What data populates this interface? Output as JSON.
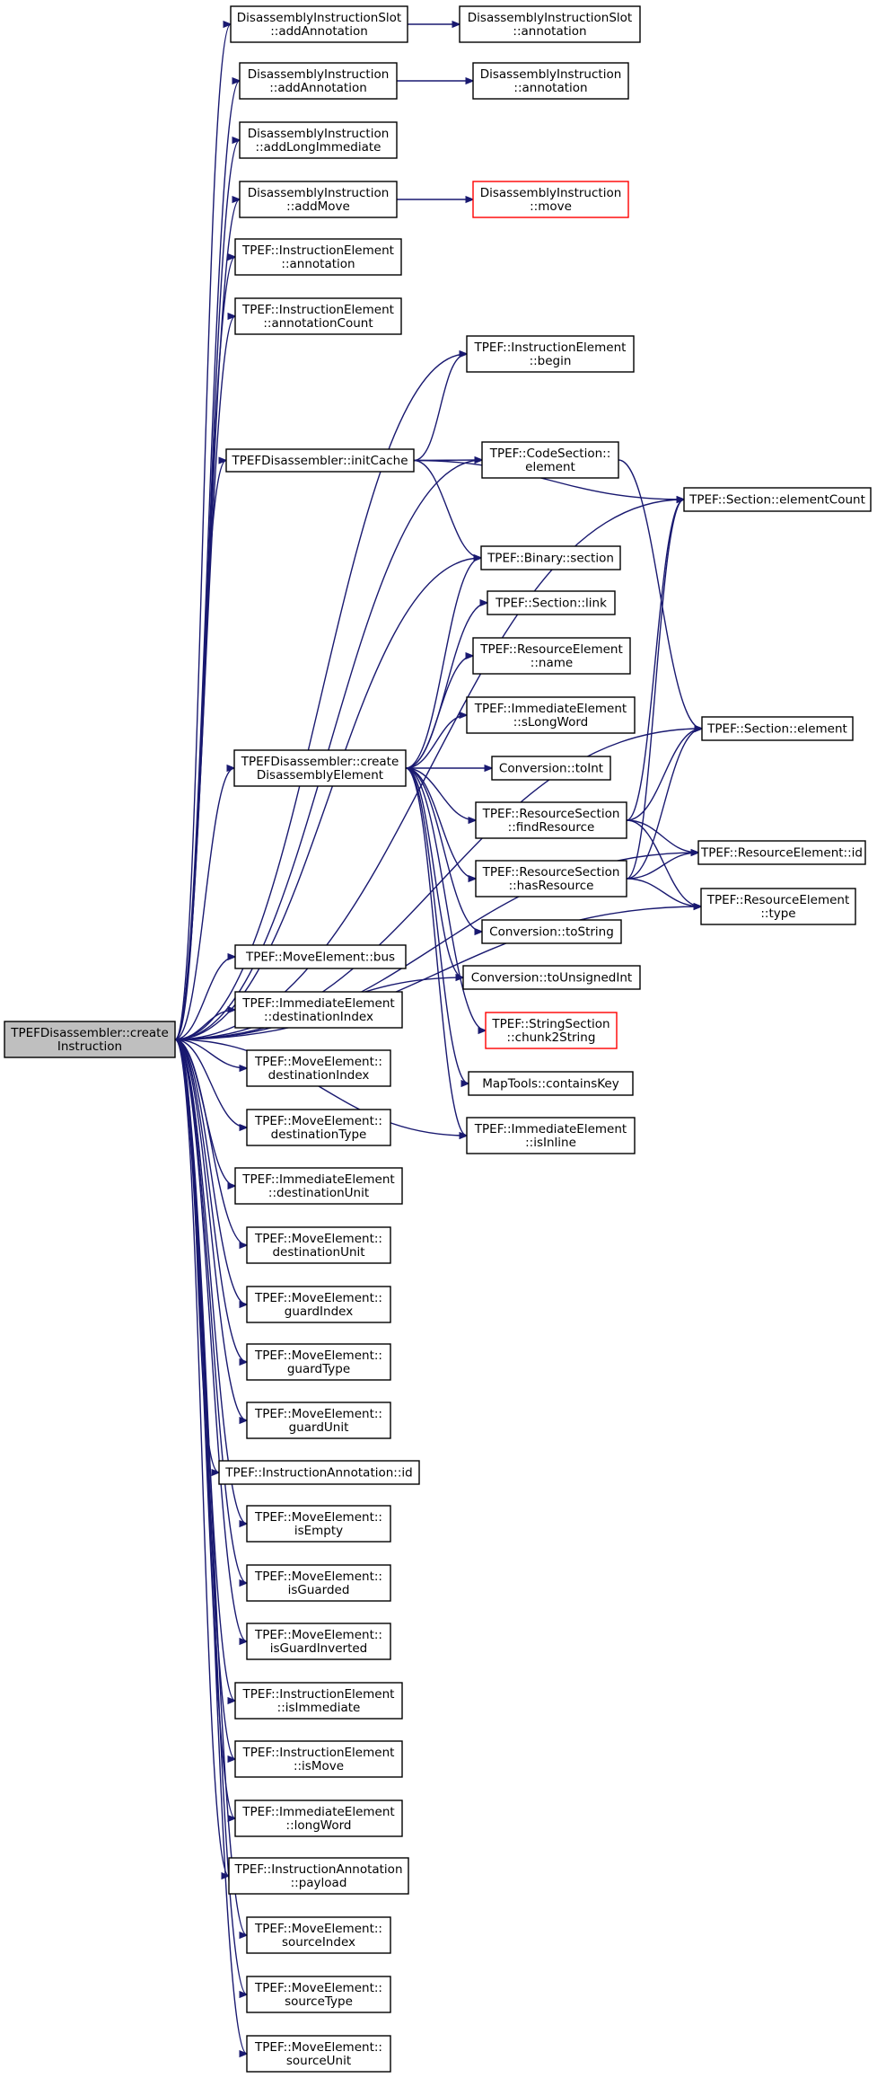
{
  "graph": {
    "root": "createInstruction",
    "colors": {
      "edge": "#191970",
      "node_border": "#000000",
      "root_fill": "#bfbfbf",
      "incomplete_border": "#ff0000"
    },
    "nodes": [
      {
        "id": "createInstruction",
        "lines": [
          "TPEFDisassembler::create",
          "Instruction"
        ],
        "style": "root"
      },
      {
        "id": "slotAddAnnotation",
        "lines": [
          "DisassemblyInstructionSlot",
          "::addAnnotation"
        ]
      },
      {
        "id": "slotAnnotation",
        "lines": [
          "DisassemblyInstructionSlot",
          "::annotation"
        ]
      },
      {
        "id": "instrAddAnnotation",
        "lines": [
          "DisassemblyInstruction",
          "::addAnnotation"
        ]
      },
      {
        "id": "instrAnnotation",
        "lines": [
          "DisassemblyInstruction",
          "::annotation"
        ]
      },
      {
        "id": "addLongImmediate",
        "lines": [
          "DisassemblyInstruction",
          "::addLongImmediate"
        ]
      },
      {
        "id": "addMove",
        "lines": [
          "DisassemblyInstruction",
          "::addMove"
        ]
      },
      {
        "id": "instrMove",
        "lines": [
          "DisassemblyInstruction",
          "::move"
        ],
        "style": "red"
      },
      {
        "id": "ieAnnotation",
        "lines": [
          "TPEF::InstructionElement",
          "::annotation"
        ]
      },
      {
        "id": "ieAnnotationCount",
        "lines": [
          "TPEF::InstructionElement",
          "::annotationCount"
        ]
      },
      {
        "id": "ieBegin",
        "lines": [
          "TPEF::InstructionElement",
          "::begin"
        ]
      },
      {
        "id": "initCache",
        "lines": [
          "TPEFDisassembler::initCache"
        ]
      },
      {
        "id": "codeSectionElement",
        "lines": [
          "TPEF::CodeSection::",
          "element"
        ]
      },
      {
        "id": "sectionElementCount",
        "lines": [
          "TPEF::Section::elementCount"
        ]
      },
      {
        "id": "binarySection",
        "lines": [
          "TPEF::Binary::section"
        ]
      },
      {
        "id": "sectionLink",
        "lines": [
          "TPEF::Section::link"
        ]
      },
      {
        "id": "resourceName",
        "lines": [
          "TPEF::ResourceElement",
          "::name"
        ]
      },
      {
        "id": "sLongWord",
        "lines": [
          "TPEF::ImmediateElement",
          "::sLongWord"
        ]
      },
      {
        "id": "sectionElement",
        "lines": [
          "TPEF::Section::element"
        ]
      },
      {
        "id": "createDisElement",
        "lines": [
          "TPEFDisassembler::create",
          "DisassemblyElement"
        ]
      },
      {
        "id": "toInt",
        "lines": [
          "Conversion::toInt"
        ]
      },
      {
        "id": "findResource",
        "lines": [
          "TPEF::ResourceSection",
          "::findResource"
        ]
      },
      {
        "id": "resourceId",
        "lines": [
          "TPEF::ResourceElement::id"
        ]
      },
      {
        "id": "hasResource",
        "lines": [
          "TPEF::ResourceSection",
          "::hasResource"
        ]
      },
      {
        "id": "resourceType",
        "lines": [
          "TPEF::ResourceElement",
          "::type"
        ]
      },
      {
        "id": "toString",
        "lines": [
          "Conversion::toString"
        ]
      },
      {
        "id": "toUnsignedInt",
        "lines": [
          "Conversion::toUnsignedInt"
        ]
      },
      {
        "id": "chunk2String",
        "lines": [
          "TPEF::StringSection",
          "::chunk2String"
        ],
        "style": "red"
      },
      {
        "id": "containsKey",
        "lines": [
          "MapTools::containsKey"
        ]
      },
      {
        "id": "isInline",
        "lines": [
          "TPEF::ImmediateElement",
          "::isInline"
        ]
      },
      {
        "id": "meBus",
        "lines": [
          "TPEF::MoveElement::bus"
        ]
      },
      {
        "id": "imDestIndex",
        "lines": [
          "TPEF::ImmediateElement",
          "::destinationIndex"
        ]
      },
      {
        "id": "meDestIndex",
        "lines": [
          "TPEF::MoveElement::",
          "destinationIndex"
        ]
      },
      {
        "id": "meDestType",
        "lines": [
          "TPEF::MoveElement::",
          "destinationType"
        ]
      },
      {
        "id": "imDestUnit",
        "lines": [
          "TPEF::ImmediateElement",
          "::destinationUnit"
        ]
      },
      {
        "id": "meDestUnit",
        "lines": [
          "TPEF::MoveElement::",
          "destinationUnit"
        ]
      },
      {
        "id": "meGuardIndex",
        "lines": [
          "TPEF::MoveElement::",
          "guardIndex"
        ]
      },
      {
        "id": "meGuardType",
        "lines": [
          "TPEF::MoveElement::",
          "guardType"
        ]
      },
      {
        "id": "meGuardUnit",
        "lines": [
          "TPEF::MoveElement::",
          "guardUnit"
        ]
      },
      {
        "id": "iaId",
        "lines": [
          "TPEF::InstructionAnnotation::id"
        ]
      },
      {
        "id": "meIsEmpty",
        "lines": [
          "TPEF::MoveElement::",
          "isEmpty"
        ]
      },
      {
        "id": "meIsGuarded",
        "lines": [
          "TPEF::MoveElement::",
          "isGuarded"
        ]
      },
      {
        "id": "meIsGuardInverted",
        "lines": [
          "TPEF::MoveElement::",
          "isGuardInverted"
        ]
      },
      {
        "id": "ieIsImmediate",
        "lines": [
          "TPEF::InstructionElement",
          "::isImmediate"
        ]
      },
      {
        "id": "ieIsMove",
        "lines": [
          "TPEF::InstructionElement",
          "::isMove"
        ]
      },
      {
        "id": "imLongWord",
        "lines": [
          "TPEF::ImmediateElement",
          "::longWord"
        ]
      },
      {
        "id": "iaPayload",
        "lines": [
          "TPEF::InstructionAnnotation",
          "::payload"
        ]
      },
      {
        "id": "meSourceIndex",
        "lines": [
          "TPEF::MoveElement::",
          "sourceIndex"
        ]
      },
      {
        "id": "meSourceType",
        "lines": [
          "TPEF::MoveElement::",
          "sourceType"
        ]
      },
      {
        "id": "meSourceUnit",
        "lines": [
          "TPEF::MoveElement::",
          "sourceUnit"
        ]
      }
    ],
    "edges": [
      [
        "createInstruction",
        "slotAddAnnotation"
      ],
      [
        "createInstruction",
        "instrAddAnnotation"
      ],
      [
        "createInstruction",
        "addLongImmediate"
      ],
      [
        "createInstruction",
        "addMove"
      ],
      [
        "createInstruction",
        "ieAnnotation"
      ],
      [
        "createInstruction",
        "ieAnnotationCount"
      ],
      [
        "createInstruction",
        "ieBegin"
      ],
      [
        "createInstruction",
        "initCache"
      ],
      [
        "createInstruction",
        "codeSectionElement"
      ],
      [
        "createInstruction",
        "sectionElementCount"
      ],
      [
        "createInstruction",
        "binarySection"
      ],
      [
        "createInstruction",
        "sectionElement"
      ],
      [
        "createInstruction",
        "createDisElement"
      ],
      [
        "createInstruction",
        "resourceId"
      ],
      [
        "createInstruction",
        "resourceType"
      ],
      [
        "createInstruction",
        "toUnsignedInt"
      ],
      [
        "createInstruction",
        "isInline"
      ],
      [
        "createInstruction",
        "meBus"
      ],
      [
        "createInstruction",
        "imDestIndex"
      ],
      [
        "createInstruction",
        "meDestIndex"
      ],
      [
        "createInstruction",
        "meDestType"
      ],
      [
        "createInstruction",
        "imDestUnit"
      ],
      [
        "createInstruction",
        "meDestUnit"
      ],
      [
        "createInstruction",
        "meGuardIndex"
      ],
      [
        "createInstruction",
        "meGuardType"
      ],
      [
        "createInstruction",
        "meGuardUnit"
      ],
      [
        "createInstruction",
        "iaId"
      ],
      [
        "createInstruction",
        "meIsEmpty"
      ],
      [
        "createInstruction",
        "meIsGuarded"
      ],
      [
        "createInstruction",
        "meIsGuardInverted"
      ],
      [
        "createInstruction",
        "ieIsImmediate"
      ],
      [
        "createInstruction",
        "ieIsMove"
      ],
      [
        "createInstruction",
        "imLongWord"
      ],
      [
        "createInstruction",
        "iaPayload"
      ],
      [
        "createInstruction",
        "meSourceIndex"
      ],
      [
        "createInstruction",
        "meSourceType"
      ],
      [
        "createInstruction",
        "meSourceUnit"
      ],
      [
        "slotAddAnnotation",
        "slotAnnotation"
      ],
      [
        "instrAddAnnotation",
        "instrAnnotation"
      ],
      [
        "addMove",
        "instrMove"
      ],
      [
        "initCache",
        "ieBegin"
      ],
      [
        "initCache",
        "codeSectionElement"
      ],
      [
        "initCache",
        "sectionElementCount"
      ],
      [
        "initCache",
        "binarySection"
      ],
      [
        "codeSectionElement",
        "sectionElement"
      ],
      [
        "createDisElement",
        "binarySection"
      ],
      [
        "createDisElement",
        "sectionLink"
      ],
      [
        "createDisElement",
        "resourceName"
      ],
      [
        "createDisElement",
        "sLongWord"
      ],
      [
        "createDisElement",
        "toInt"
      ],
      [
        "createDisElement",
        "findResource"
      ],
      [
        "createDisElement",
        "hasResource"
      ],
      [
        "createDisElement",
        "toString"
      ],
      [
        "createDisElement",
        "toUnsignedInt"
      ],
      [
        "createDisElement",
        "chunk2String"
      ],
      [
        "createDisElement",
        "containsKey"
      ],
      [
        "createDisElement",
        "isInline"
      ],
      [
        "findResource",
        "sectionElementCount"
      ],
      [
        "findResource",
        "sectionElement"
      ],
      [
        "findResource",
        "resourceId"
      ],
      [
        "findResource",
        "resourceType"
      ],
      [
        "hasResource",
        "sectionElementCount"
      ],
      [
        "hasResource",
        "sectionElement"
      ],
      [
        "hasResource",
        "resourceId"
      ],
      [
        "hasResource",
        "resourceType"
      ]
    ]
  }
}
